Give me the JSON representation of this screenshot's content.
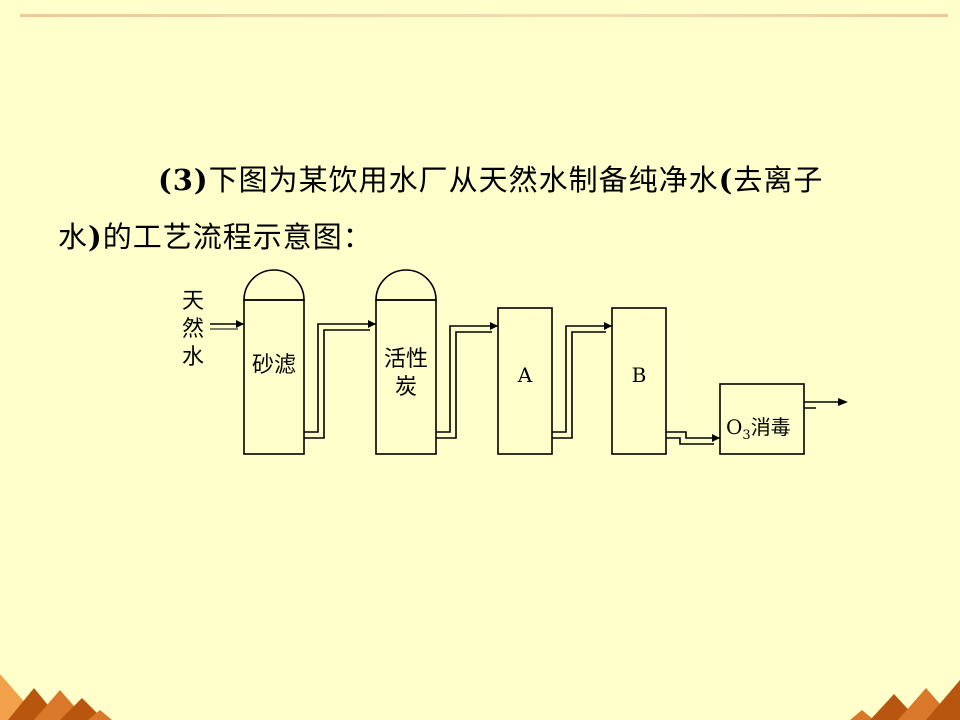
{
  "question": {
    "number": "(3)",
    "line1": "下图为某饮用水厂从天然水制备纯净水",
    "paren_open": "(",
    "line1_end": "去离子",
    "line2": "水",
    "paren_close": ")",
    "line2_end": "的工艺流程示意图："
  },
  "diagram": {
    "inlet_label": [
      "天",
      "然",
      "水"
    ],
    "units": [
      {
        "label_lines": [
          "砂滤"
        ]
      },
      {
        "label_lines": [
          "活性",
          "炭"
        ]
      },
      {
        "label_lines": [
          "A"
        ]
      },
      {
        "label_lines": [
          "B"
        ]
      }
    ],
    "ozone": {
      "symbol": "O",
      "subscript": "3",
      "text": "消毒"
    }
  },
  "colors": {
    "background": "#FFFFCC",
    "top_rule": "#F2C79A",
    "corner_dark": "#B8560F",
    "corner_light": "#F0A14A"
  }
}
